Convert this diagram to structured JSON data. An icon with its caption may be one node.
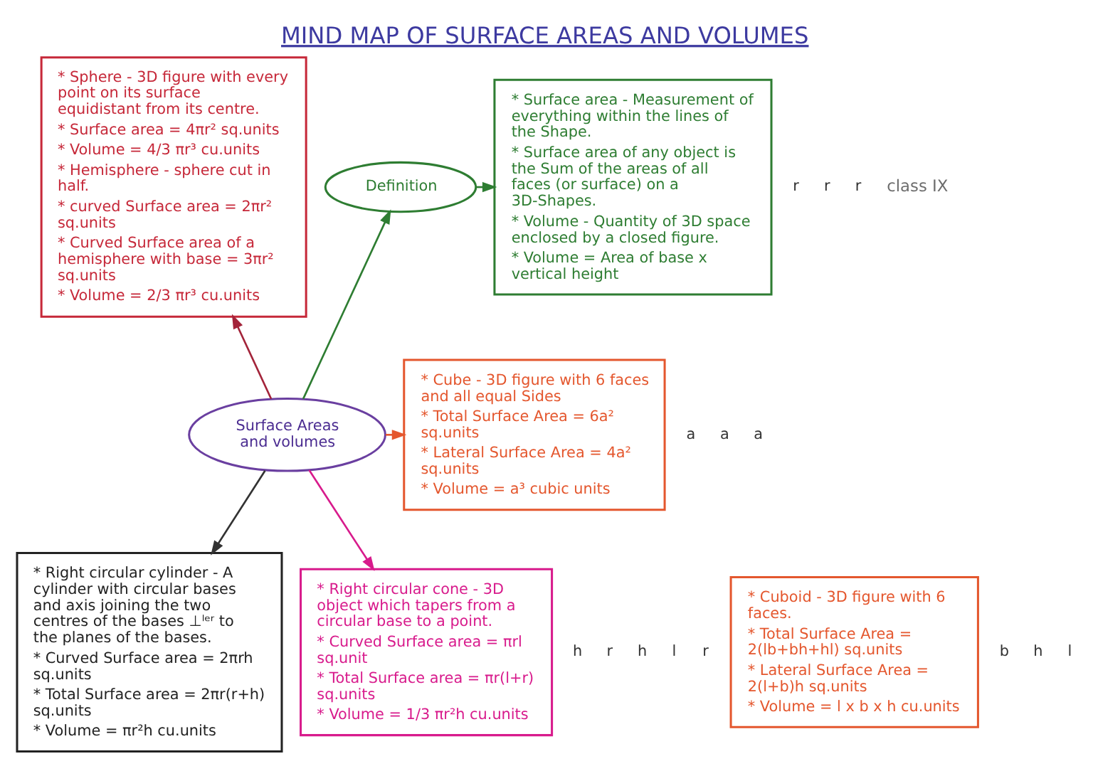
{
  "diagram": {
    "title": "MIND MAP OF SURFACE AREAS AND VOLUMES",
    "nodes": [
      {
        "text": [
          "Surface Areas and volumes"
        ]
      },
      {
        "text": [
          "Definition"
        ]
      },
      {
        "text": [
          "* Surface area - Measurement of everything within the lines of the Shape.",
          "* Surface area of any object is the Sum of the areas of all faces (or surface) on a 3D-Shapes.",
          "* Volume - Quantity of 3D space enclosed by a closed figure.",
          "* Volume = Area of base x vertical height"
        ]
      },
      {
        "text": [
          "* Sphere - 3D figure with every point on its surface equidistant from its centre.",
          "* Surface area = 4πr² sq.units",
          "* Volume = 4/3 πr³ cu.units",
          "* Hemisphere - sphere cut in half.",
          "* curved Surface area = 2πr² sq.units",
          "* Curved Surface area of a hemisphere with base = 3πr² sq.units",
          "* Volume = 2/3 πr³ cu.units"
        ]
      },
      {
        "text": [
          "* Cube - 3D figure with 6 faces and all equal Sides",
          "* Total Surface Area = 6a² sq.units",
          "* Lateral Surface Area = 4a² sq.units",
          "* Volume = a³ cubic units"
        ]
      },
      {
        "text": [
          "* Cuboid - 3D figure with 6 faces.",
          "* Total Surface Area = 2(lb+bh+hl) sq.units",
          "* Lateral Surface Area = 2(l+b)h sq.units",
          "* Volume = l x b x h cu.units"
        ]
      },
      {
        "text": [
          "* Right circular cylinder - A cylinder with circular bases and axis joining the two centres of the bases ⊥ˡᵉʳ to the planes of the bases.",
          "* Curved Surface area = 2πrh sq.units",
          "* Total Surface area = 2πr(r+h) sq.units",
          "* Volume = πr²h cu.units"
        ]
      },
      {
        "text": [
          "* Right circular cone - 3D object which tapers from a circular base to a point.",
          "* Curved Surface area = πrl sq.unit",
          "* Total Surface area = πr(l+r) sq.units",
          "* Volume = 1/3 πr²h cu.units"
        ]
      }
    ],
    "edges": [
      {
        "from": 0,
        "to": 1,
        "arrow": "to",
        "color": "#2e7d32"
      },
      {
        "from": 1,
        "to": 2,
        "arrow": "to",
        "color": "#2e7d32"
      },
      {
        "from": 0,
        "to": 3,
        "arrow": "to",
        "color": "#a3243a"
      },
      {
        "from": 0,
        "to": 4,
        "arrow": "to",
        "color": "#e4572e"
      },
      {
        "from": 0,
        "to": 6,
        "arrow": "to",
        "color": "#333333"
      },
      {
        "from": 0,
        "to": 7,
        "arrow": "to",
        "color": "#d81b8c"
      }
    ],
    "labels": [
      "class IX",
      "r",
      "r",
      "r",
      "a",
      "a",
      "a",
      "h",
      "r",
      "h",
      "l",
      "r",
      "b",
      "h",
      "l"
    ]
  }
}
